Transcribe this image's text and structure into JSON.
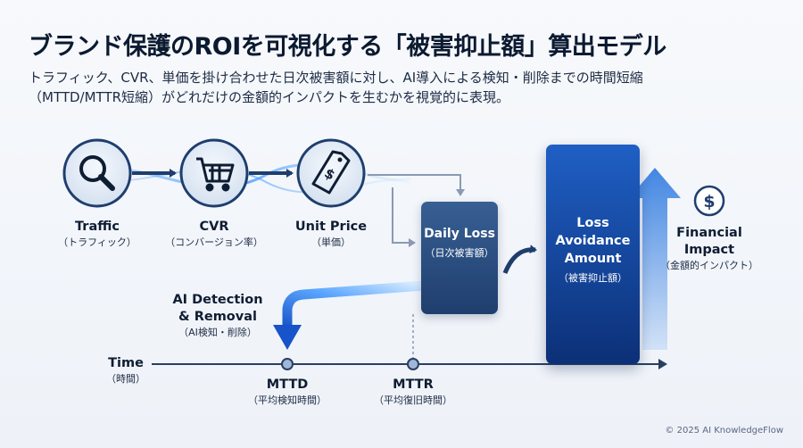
{
  "title": "ブランド保護のROIを可視化する「被害抑止額」算出モデル",
  "subtitle": {
    "line1": "トラフィック、CVR、単価を掛け合わせた日次被害額に対し、AI導入による検知・削除までの時間短縮",
    "line2": "（MTTD/MTTR短縮）がどれだけの金額的インパクトを生むかを視覚的に表現。"
  },
  "nodes": {
    "traffic": {
      "en": "Traffic",
      "jp": "（トラフィック）",
      "icon": "search-icon"
    },
    "cvr": {
      "en": "CVR",
      "jp": "（コンバージョン率）",
      "icon": "shopping-cart-icon"
    },
    "unit_price": {
      "en": "Unit Price",
      "jp": "（単価）",
      "icon": "price-tag-icon"
    }
  },
  "daily_loss": {
    "en": "Daily Loss",
    "jp": "（日次被害額）"
  },
  "loss_avoidance": {
    "line1": "Loss",
    "line2": "Avoidance",
    "line3": "Amount",
    "jp": "（被害抑止額）"
  },
  "financial_impact": {
    "line1": "Financial",
    "line2": "Impact",
    "jp": "（金額的インパクト）",
    "icon": "dollar-icon"
  },
  "ai_detection": {
    "line1": "AI Detection",
    "line2": "& Removal",
    "jp": "（AI検知・削除）"
  },
  "time_axis": {
    "en": "Time",
    "jp": "（時間）"
  },
  "mttd": {
    "en": "MTTD",
    "jp": "（平均検知時間）"
  },
  "mttr": {
    "en": "MTTR",
    "jp": "（平均復旧時間）"
  },
  "footer": "© 2025 AI KnowledgeFlow",
  "colors": {
    "accent": "#1f5fc4",
    "dark": "#0f1d33",
    "circle_fill": "#dfe8f4",
    "axis": "#2a3f60"
  }
}
